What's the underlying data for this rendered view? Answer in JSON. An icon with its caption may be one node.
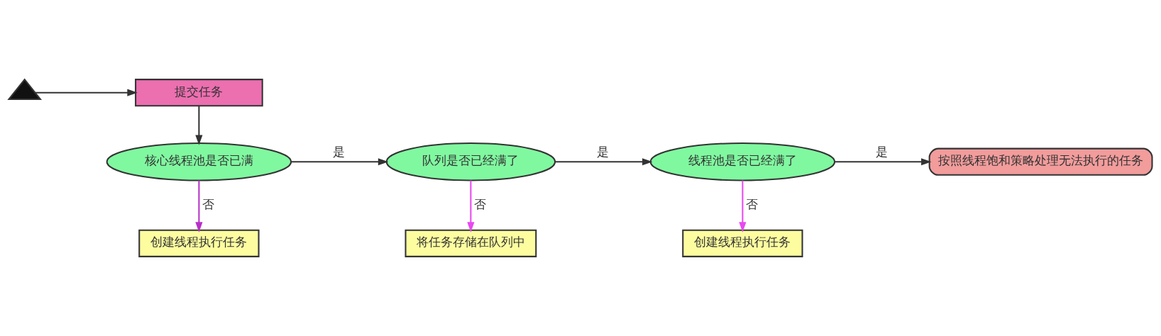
{
  "diagram": {
    "nodes": [
      {
        "text": [],
        "shape": "person"
      },
      {
        "text": [
          "提交任务"
        ]
      },
      {
        "text": [
          "核心线程池是否已满"
        ]
      },
      {
        "text": [
          "队列是否已经满了"
        ]
      },
      {
        "text": [
          "线程池是否已经满了"
        ]
      },
      {
        "text": [
          "按照线程饱和策略处理无法执行的任务"
        ]
      },
      {
        "text": [
          "创建线程执行任务"
        ]
      },
      {
        "text": [
          "将任务存储在队列中"
        ]
      },
      {
        "text": [
          "创建线程执行任务"
        ]
      }
    ],
    "edges": [
      {
        "from": 0,
        "to": 1,
        "arrow": "to"
      },
      {
        "from": 1,
        "to": 2,
        "arrow": "to"
      },
      {
        "from": 2,
        "to": 3,
        "arrow": "to",
        "label": "是"
      },
      {
        "from": 3,
        "to": 4,
        "arrow": "to",
        "label": "是"
      },
      {
        "from": 4,
        "to": 5,
        "arrow": "to",
        "label": "是"
      },
      {
        "from": 2,
        "to": 6,
        "arrow": "to",
        "label": "否",
        "color": "#b830c8"
      },
      {
        "from": 3,
        "to": 7,
        "arrow": "to",
        "label": "否",
        "color": "#e848f0"
      },
      {
        "from": 4,
        "to": 8,
        "arrow": "to",
        "label": "否",
        "color": "#e848f0"
      }
    ]
  }
}
